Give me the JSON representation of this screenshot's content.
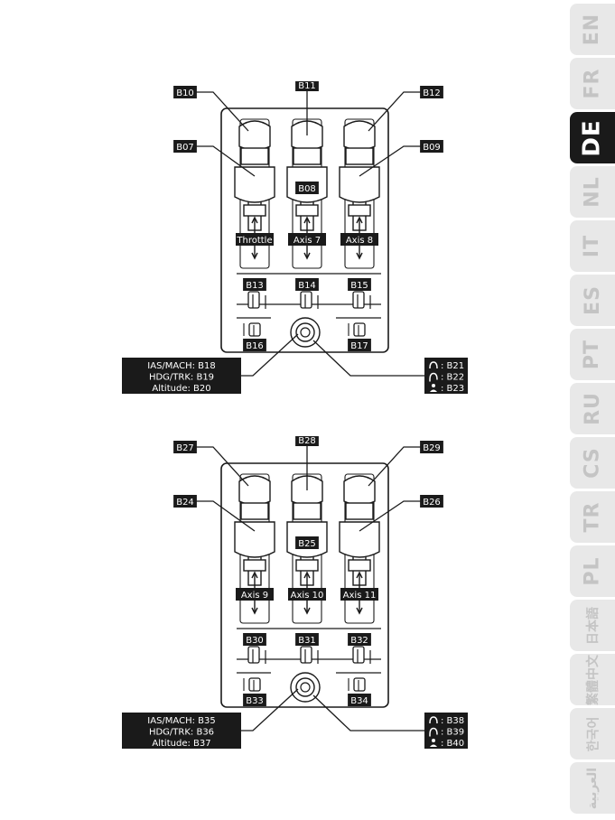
{
  "languages": [
    "EN",
    "FR",
    "DE",
    "NL",
    "IT",
    "ES",
    "PT",
    "RU",
    "CS",
    "TR",
    "PL",
    "日本語",
    "繁體中文",
    "한국어",
    "العربية"
  ],
  "active_language": "DE",
  "diagram1": {
    "top_labels": [
      "B10",
      "B11",
      "B12"
    ],
    "mid_labels": [
      "B07",
      "B08",
      "B09"
    ],
    "axes": [
      "Throttle",
      "Axis 7",
      "Axis 8"
    ],
    "row_buttons": [
      "B13",
      "B14",
      "B15"
    ],
    "bottom_buttons": [
      "B16",
      "B17"
    ],
    "left_lines": [
      "IAS/MACH: B18",
      "HDG/TRK: B19",
      "Altitude: B20"
    ],
    "right_lines": [
      ": B21",
      ": B22",
      ": B23"
    ]
  },
  "diagram2": {
    "top_labels": [
      "B27",
      "B28",
      "B29"
    ],
    "mid_labels": [
      "B24",
      "B25",
      "B26"
    ],
    "axes": [
      "Axis 9",
      "Axis 10",
      "Axis 11"
    ],
    "row_buttons": [
      "B30",
      "B31",
      "B32"
    ],
    "bottom_buttons": [
      "B33",
      "B34"
    ],
    "left_lines": [
      "IAS/MACH: B35",
      "HDG/TRK: B36",
      "Altitude: B37"
    ],
    "right_lines": [
      ": B38",
      ": B39",
      ": B40"
    ]
  }
}
